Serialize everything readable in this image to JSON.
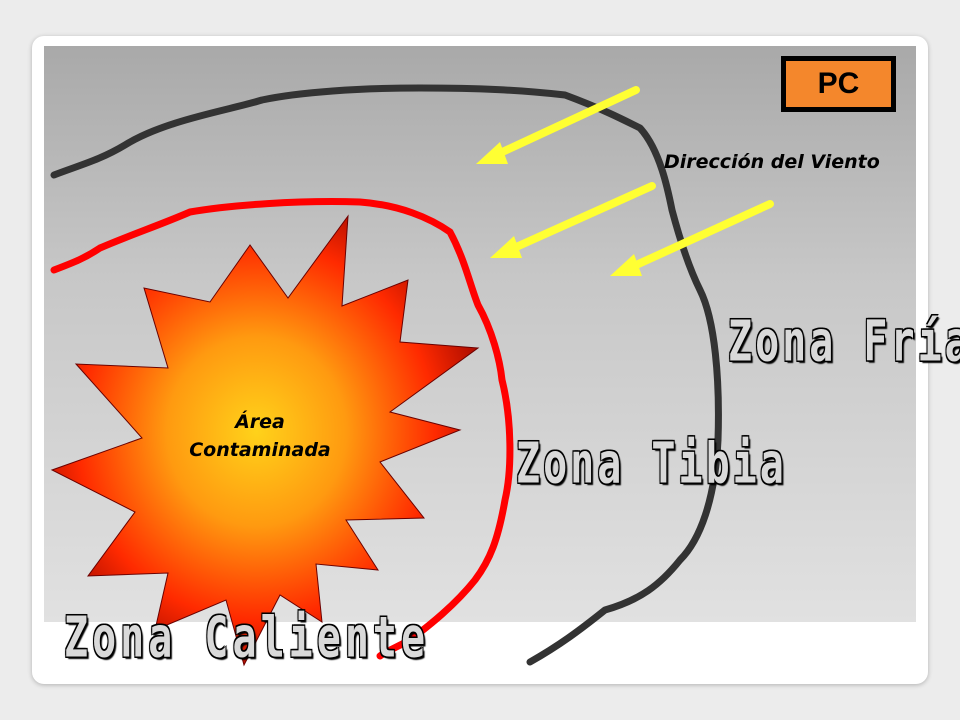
{
  "pc_label": "PC",
  "wind_label": "Dirección del Viento",
  "area_label_line1": "Área",
  "area_label_line2": "Contaminada",
  "zones": {
    "cold": "Zona Fría",
    "warm": "Zona Tibia",
    "hot": "Zona Caliente"
  },
  "colors": {
    "cold_line": "#333333",
    "warm_line": "#ff0000",
    "arrows": "#ffff33",
    "pc_fill": "#f4872c",
    "burst_center": "#ffd21a",
    "burst_edge": "#8b0000"
  },
  "icons": {
    "wind_arrow": "left-down-arrow",
    "contamination": "starburst"
  }
}
